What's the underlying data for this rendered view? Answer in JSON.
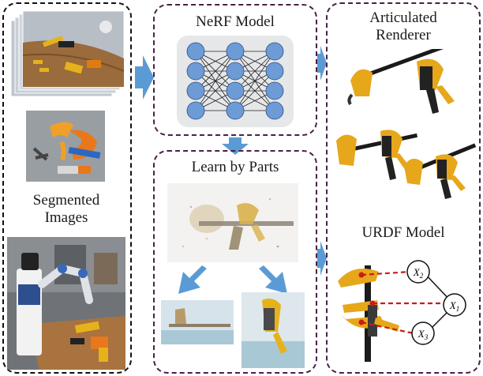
{
  "left_panel": {
    "caption_line1": "Segmented",
    "caption_line2": "Images"
  },
  "nerf_panel": {
    "title": "NeRF Model"
  },
  "learn_panel": {
    "title": "Learn by Parts"
  },
  "right_panel": {
    "renderer_title_line1": "Articulated",
    "renderer_title_line2": "Renderer",
    "urdf_title": "URDF Model"
  },
  "urdf_nodes": [
    {
      "label": "X",
      "subscript": "2"
    },
    {
      "label": "X",
      "subscript": "1"
    },
    {
      "label": "X",
      "subscript": "3"
    }
  ],
  "colors": {
    "arrow_blue": "#5b9bd5",
    "neuron_blue": "#6c9bd6",
    "panel_border_purple": "#4a2045",
    "clamp_yellow": "#e8a91a",
    "urdf_red": "#cc1a1a"
  },
  "icons": [
    "photo-stack-icon",
    "neural-network-icon",
    "clamp-icon",
    "robot-arm-photo",
    "arrow-right-icon",
    "arrow-down-icon"
  ]
}
